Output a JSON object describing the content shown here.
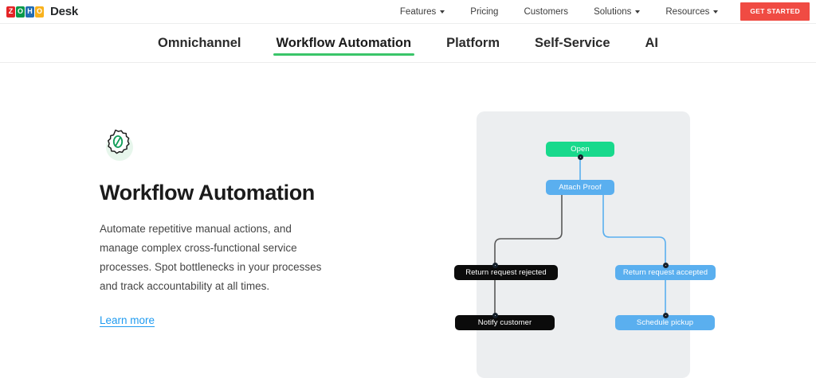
{
  "header": {
    "logo_text": "ZOHO",
    "logo_letters": [
      "Z",
      "O",
      "H",
      "O"
    ],
    "product_name": "Desk",
    "nav": [
      {
        "label": "Features",
        "has_caret": true
      },
      {
        "label": "Pricing",
        "has_caret": false
      },
      {
        "label": "Customers",
        "has_caret": false
      },
      {
        "label": "Solutions",
        "has_caret": true
      },
      {
        "label": "Resources",
        "has_caret": true
      }
    ],
    "cta_label": "GET STARTED",
    "cta_color": "#f04b43"
  },
  "tabs": {
    "items": [
      {
        "label": "Omnichannel",
        "active": false
      },
      {
        "label": "Workflow Automation",
        "active": true
      },
      {
        "label": "Platform",
        "active": false
      },
      {
        "label": "Self-Service",
        "active": false
      },
      {
        "label": "AI",
        "active": false
      }
    ],
    "active_underline_color": "#3ac569"
  },
  "feature": {
    "icon": "gear-icon",
    "icon_accent_color": "#0f9d58",
    "title": "Workflow Automation",
    "description": "Automate repetitive manual actions, and manage complex cross-functional service processes. Spot bottlenecks in your processes and track accountability at all times.",
    "link_label": "Learn more",
    "link_color": "#1f9bf0"
  },
  "diagram": {
    "panel_color": "#eceef0",
    "nodes": [
      {
        "id": "open",
        "label": "Open",
        "color": "#18d98c"
      },
      {
        "id": "attach",
        "label": "Attach Proof",
        "color": "#5aafef"
      },
      {
        "id": "rejected",
        "label": "Return request rejected",
        "color": "#0b0b0b"
      },
      {
        "id": "notify",
        "label": "Notify customer",
        "color": "#0b0b0b"
      },
      {
        "id": "accepted",
        "label": "Return request accepted",
        "color": "#5aafef"
      },
      {
        "id": "pickup",
        "label": "Schedule pickup",
        "color": "#5aafef"
      }
    ],
    "edges": [
      {
        "from": "open",
        "to": "attach",
        "color": "#5aafef"
      },
      {
        "from": "attach",
        "to": "rejected",
        "color": "#585858"
      },
      {
        "from": "attach",
        "to": "accepted",
        "color": "#5aafef"
      },
      {
        "from": "rejected",
        "to": "notify",
        "color": "#585858"
      },
      {
        "from": "accepted",
        "to": "pickup",
        "color": "#5aafef"
      }
    ]
  }
}
